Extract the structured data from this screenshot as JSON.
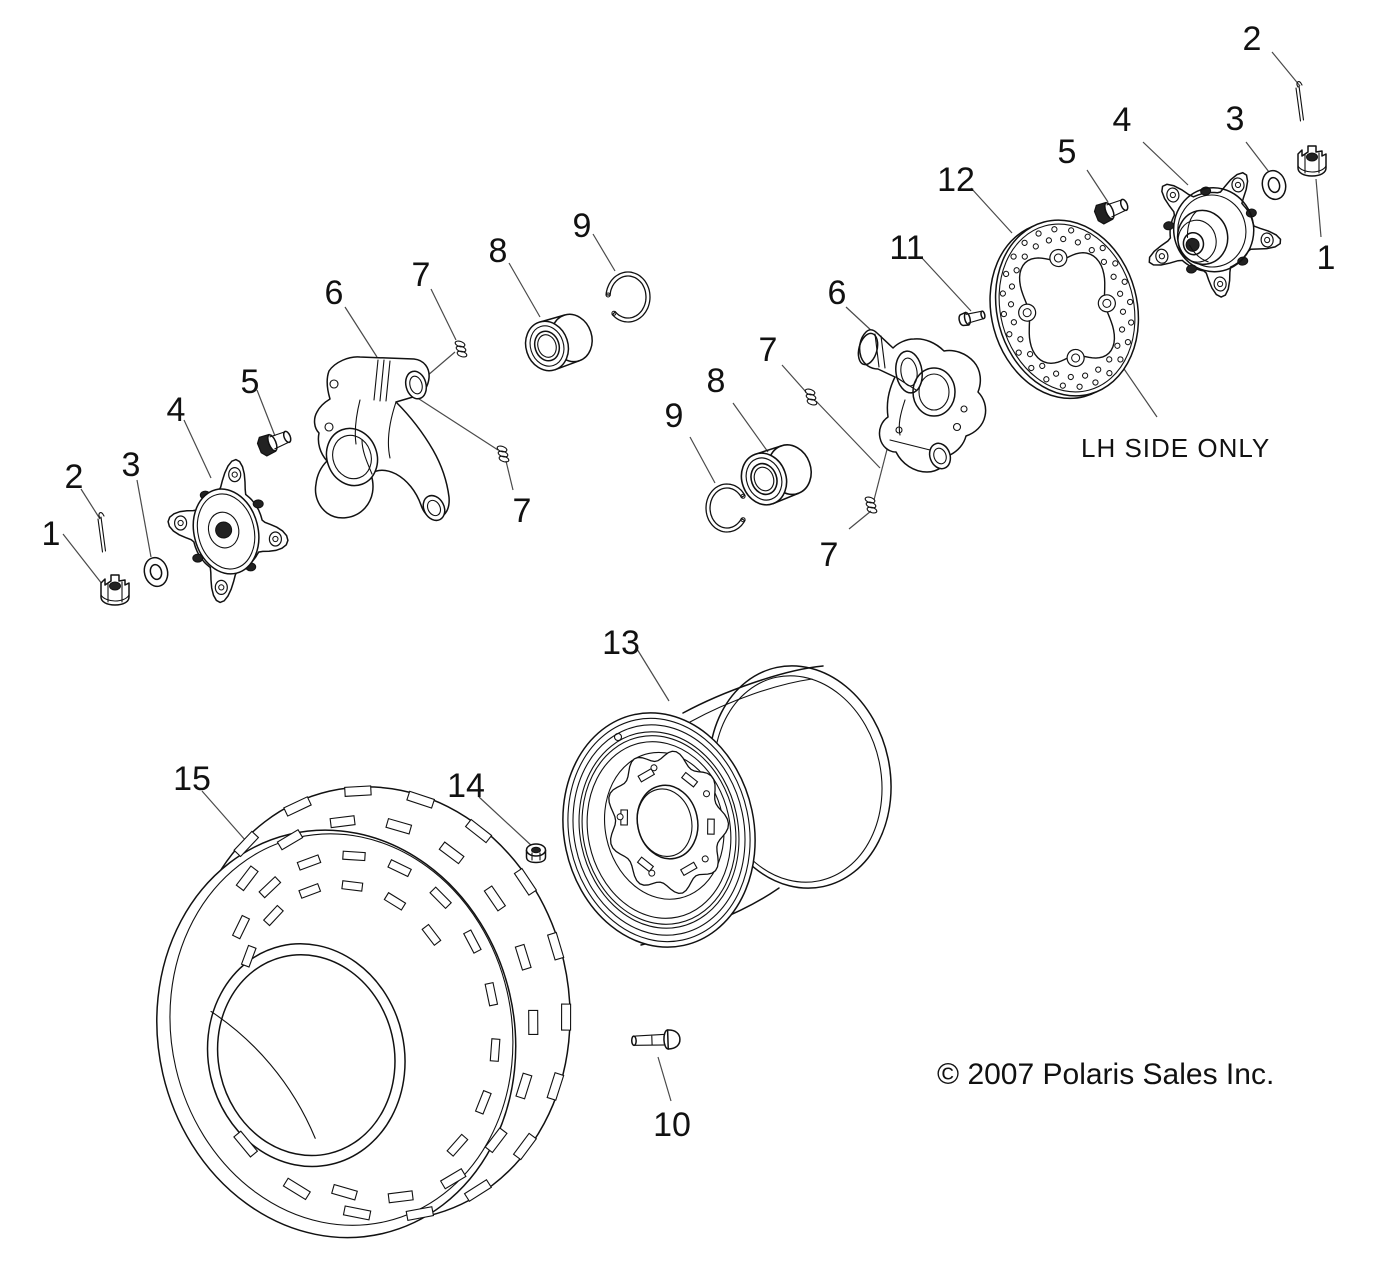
{
  "diagram": {
    "note_lh_side_only": "LH SIDE ONLY",
    "copyright": "© 2007 Polaris Sales Inc.",
    "callouts": {
      "tr_cotter_pin": "2",
      "tr_hub": "4",
      "tr_washer": "3",
      "tr_bolt": "5",
      "tr_castle_nut": "1",
      "brake_disc": "12",
      "disc_bolt": "11",
      "mid_knuckle": "6",
      "mid_fitting_a": "7",
      "mid_bearing": "8",
      "mid_snap_ring": "9",
      "mid_fitting_b": "7",
      "left_knuckle": "6",
      "left_fitting_a": "7",
      "left_bearing": "8",
      "left_snap_ring": "9",
      "left_fitting_b": "7",
      "left_hub": "4",
      "left_bolt": "5",
      "left_washer": "3",
      "left_cotter_pin": "2",
      "left_castle_nut": "1",
      "wheel_rim": "13",
      "tire": "15",
      "lug_nut": "14",
      "valve_bolt": "10"
    }
  }
}
